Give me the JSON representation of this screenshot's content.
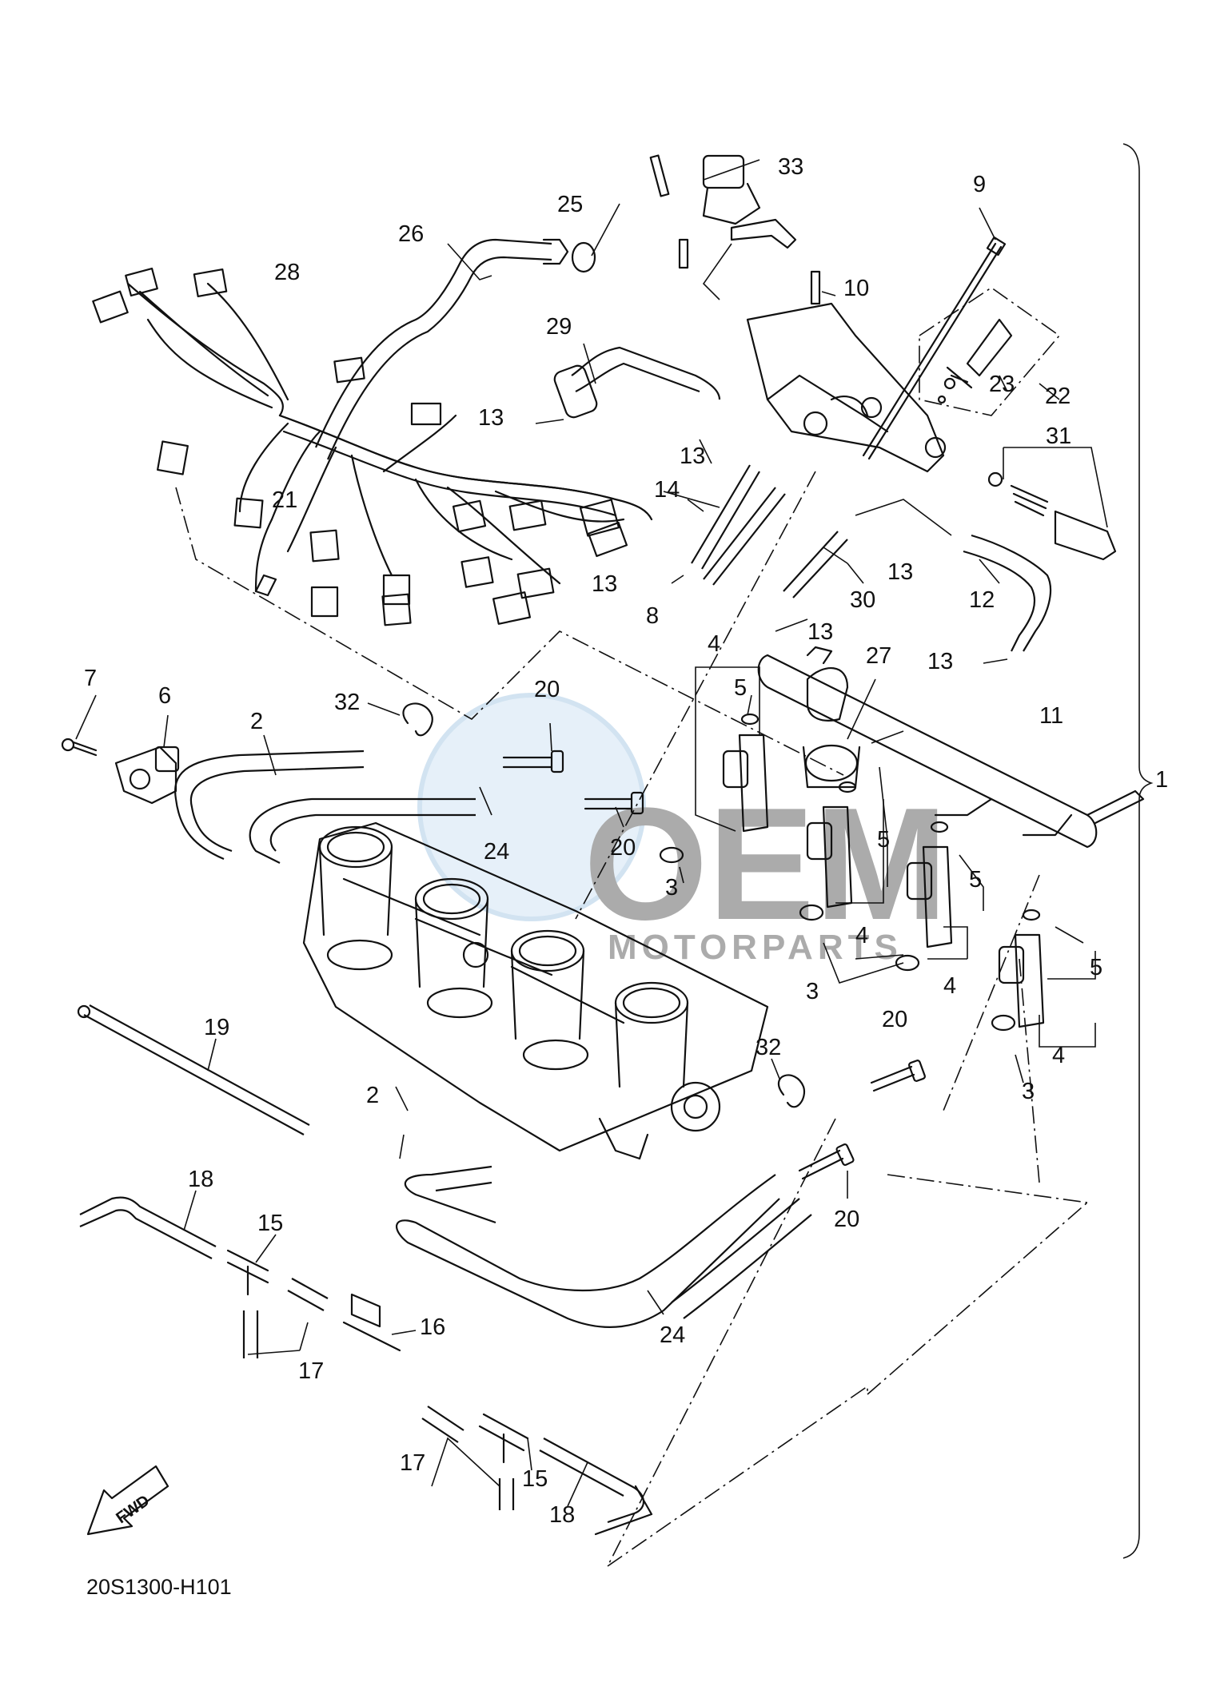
{
  "diagram_code": "20S1300-H101",
  "direction_badge": "FWD",
  "watermark": {
    "brand": "OEM",
    "tagline": "MOTORPARTS",
    "color": "#7fb0d8"
  },
  "callouts": {
    "c1": "1",
    "c2a": "2",
    "c2b": "2",
    "c3a": "3",
    "c3b": "3",
    "c3c": "3",
    "c4a": "4",
    "c4b": "4",
    "c4c": "4",
    "c4d": "4",
    "c5a": "5",
    "c5b": "5",
    "c5c": "5",
    "c5d": "5",
    "c6": "6",
    "c7": "7",
    "c8": "8",
    "c9": "9",
    "c10": "10",
    "c11": "11",
    "c12": "12",
    "c13a": "13",
    "c13b": "13",
    "c13c": "13",
    "c13d": "13",
    "c13e": "13",
    "c13f": "13",
    "c14": "14",
    "c15a": "15",
    "c15b": "15",
    "c16": "16",
    "c17a": "17",
    "c17b": "17",
    "c18a": "18",
    "c18b": "18",
    "c19": "19",
    "c20a": "20",
    "c20b": "20",
    "c20c": "20",
    "c20d": "20",
    "c21": "21",
    "c22": "22",
    "c23": "23",
    "c24a": "24",
    "c24b": "24",
    "c25": "25",
    "c26": "26",
    "c27": "27",
    "c28": "28",
    "c29": "29",
    "c30": "30",
    "c31": "31",
    "c32a": "32",
    "c32b": "32",
    "c33": "33"
  }
}
